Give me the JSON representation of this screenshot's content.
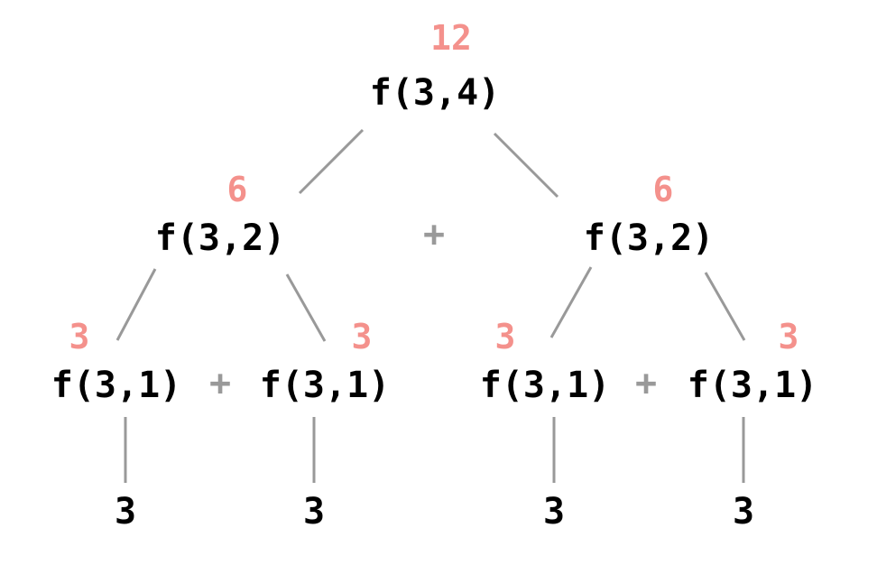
{
  "colors": {
    "call_text": "#000000",
    "value_text": "#f4918c",
    "edge": "#999999",
    "plus": "#999999"
  },
  "tree": {
    "root": {
      "call": "f(3,4)",
      "value": "12"
    },
    "level2": [
      {
        "call": "f(3,2)",
        "value": "6"
      },
      {
        "call": "f(3,2)",
        "value": "6"
      }
    ],
    "level2_operator": "+",
    "level3": [
      {
        "call": "f(3,1)",
        "value": "3"
      },
      {
        "call": "f(3,1)",
        "value": "3"
      },
      {
        "call": "f(3,1)",
        "value": "3"
      },
      {
        "call": "f(3,1)",
        "value": "3"
      }
    ],
    "level3_operators": [
      "+",
      "+"
    ],
    "leaves": [
      "3",
      "3",
      "3",
      "3"
    ]
  }
}
